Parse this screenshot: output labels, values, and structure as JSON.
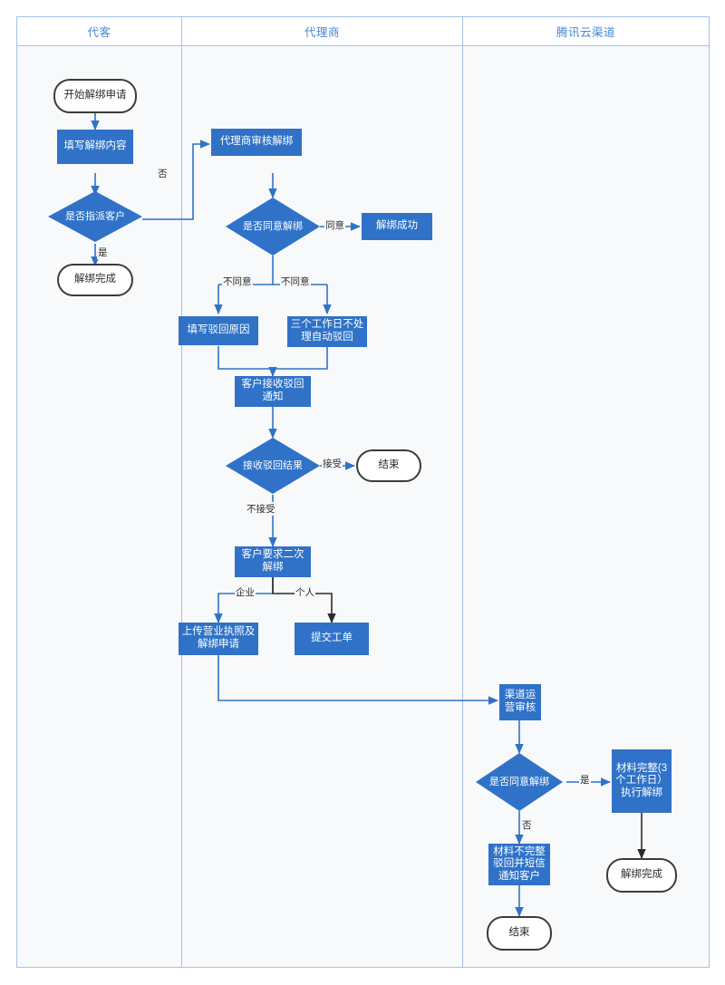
{
  "diagram": {
    "type": "swimlane-flowchart",
    "lanes": [
      {
        "id": "lane-customer",
        "label": "代客"
      },
      {
        "id": "lane-agent",
        "label": "代理商"
      },
      {
        "id": "lane-tencent",
        "label": "腾讯云渠道"
      }
    ],
    "colors": {
      "process_fill": "#2f72c8",
      "process_text": "#ffffff",
      "terminal_border": "#3b3b3b",
      "terminal_fill": "#ffffff",
      "lane_border": "#a4c2ea",
      "lane_header_text": "#4a87d4",
      "canvas_bg": "#f8f9fa",
      "connector_blue": "#2f72c8",
      "connector_dark": "#2b2b2b"
    },
    "nodes": {
      "start_apply": {
        "label": "开始解绑申请",
        "shape": "terminal",
        "lane": "lane-customer"
      },
      "fill_unbind_content": {
        "label": "填写解绑内容",
        "shape": "process",
        "lane": "lane-customer"
      },
      "assign_customer": {
        "label": "是否指派客户",
        "shape": "decision",
        "lane": "lane-customer"
      },
      "unbind_done_customer": {
        "label": "解绑完成",
        "shape": "terminal",
        "lane": "lane-customer"
      },
      "agent_review": {
        "label": "代理商审核解绑",
        "shape": "process",
        "lane": "lane-agent"
      },
      "agree_unbind": {
        "label": "是否同意解绑",
        "shape": "decision",
        "lane": "lane-agent"
      },
      "unbind_success": {
        "label": "解绑成功",
        "shape": "process",
        "lane": "lane-agent"
      },
      "fill_reject_reason": {
        "label": "填写驳回原因",
        "shape": "process",
        "lane": "lane-agent"
      },
      "auto_reject_3days": {
        "label": "三个工作日不处理自动驳回",
        "shape": "process",
        "lane": "lane-agent"
      },
      "customer_receive_reject": {
        "label": "客户接收驳回通知",
        "shape": "process",
        "lane": "lane-agent"
      },
      "receive_reject_result": {
        "label": "接收驳回结果",
        "shape": "decision",
        "lane": "lane-agent"
      },
      "end_agent": {
        "label": "结束",
        "shape": "terminal",
        "lane": "lane-agent"
      },
      "second_unbind_request": {
        "label": "客户要求二次解绑",
        "shape": "process",
        "lane": "lane-agent"
      },
      "upload_license": {
        "label": "上传营业执照及解绑申请",
        "shape": "process",
        "lane": "lane-agent"
      },
      "submit_ticket": {
        "label": "提交工单",
        "shape": "process",
        "lane": "lane-agent"
      },
      "channel_ops_review": {
        "label": "渠道运营审核",
        "shape": "process",
        "lane": "lane-tencent"
      },
      "agree_unbind_tencent": {
        "label": "是否同意解绑",
        "shape": "decision",
        "lane": "lane-tencent"
      },
      "material_complete": {
        "label": "材料完整(3个工作日）执行解绑",
        "shape": "process",
        "lane": "lane-tencent"
      },
      "material_incomplete": {
        "label": "材料不完整驳回并短信通知客户",
        "shape": "process",
        "lane": "lane-tencent"
      },
      "unbind_done_tencent": {
        "label": "解绑完成",
        "shape": "terminal",
        "lane": "lane-tencent"
      },
      "end_tencent": {
        "label": "结束",
        "shape": "terminal",
        "lane": "lane-tencent"
      }
    },
    "edge_labels": {
      "no_assign": "否",
      "yes_assign": "是",
      "agree": "同意",
      "disagree_left": "不同意",
      "disagree_right": "不同意",
      "accept": "接受",
      "not_accept": "不接受",
      "enterprise": "企业",
      "personal": "个人",
      "yes_tencent": "是",
      "no_tencent": "否"
    }
  }
}
